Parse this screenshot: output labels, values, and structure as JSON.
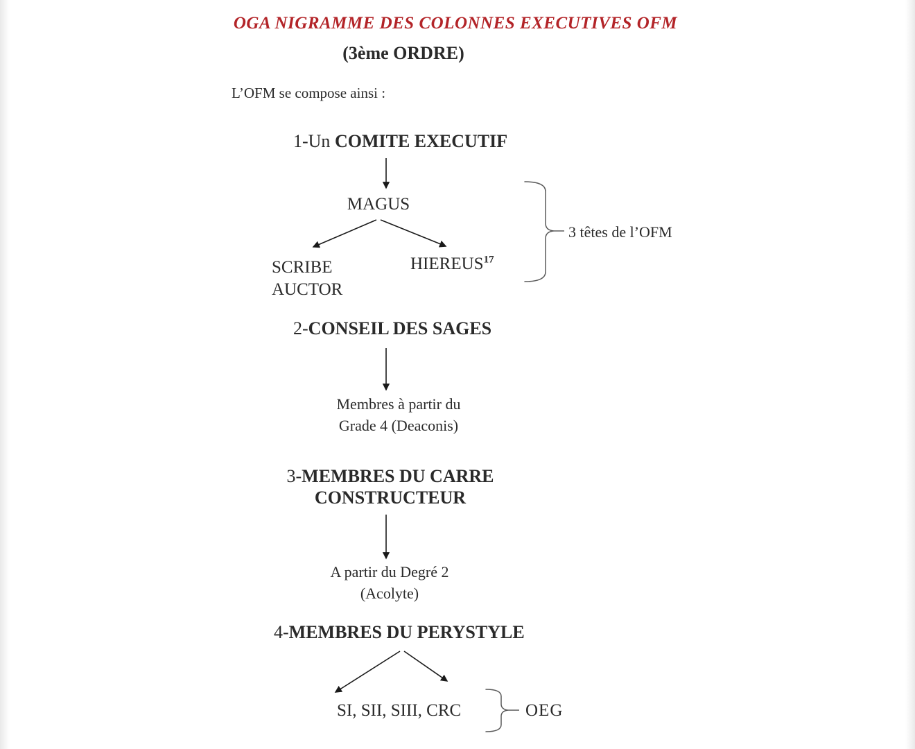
{
  "document": {
    "title": "OGA NIGRAMME DES COLONNES EXECUTIVES OFM",
    "subtitle": "(3ème ORDRE)",
    "intro": "L’OFM se compose ainsi :",
    "accent_color": "#b32428",
    "text_color": "#2a2a2a"
  },
  "sections": [
    {
      "number_prefix": "1-Un ",
      "heading": "COMITE EXECUTIF",
      "root_node": "MAGUS",
      "left_child_lines": [
        "SCRIBE",
        "AUCTOR"
      ],
      "right_child": "HIEREUS",
      "right_child_footnote_ref": "17",
      "brace_label": "3 têtes de l’OFM"
    },
    {
      "number_prefix": "2-",
      "heading": "CONSEIL DES SAGES",
      "note_lines": [
        "Membres à partir du",
        "Grade 4 (Deaconis)"
      ]
    },
    {
      "number_prefix": "3-",
      "heading_lines": [
        "MEMBRES DU CARRE",
        "CONSTRUCTEUR"
      ],
      "note_lines": [
        "A partir du Degré 2",
        "(Acolyte)"
      ]
    },
    {
      "number_prefix": "4-",
      "heading": "MEMBRES DU PERYSTYLE",
      "child_group": "SI, SII, SIII, CRC",
      "brace_label": "OEG"
    }
  ]
}
